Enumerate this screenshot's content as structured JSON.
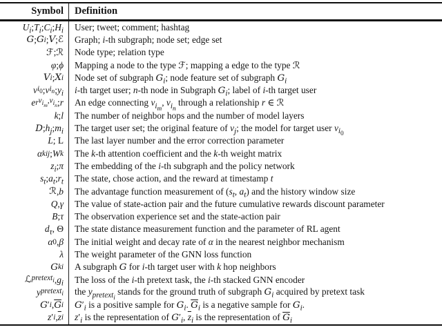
{
  "table": {
    "columns": [
      {
        "label": "Symbol"
      },
      {
        "label": "Definition"
      }
    ],
    "rows": [
      {
        "symbol": "<i>U<sub>i</sub></i>; <i>T<sub>i</sub></i>; <i>C<sub>i</sub></i>; <i>H<sub>i</sub></i>",
        "definition": "User; tweet; comment; hashtag"
      },
      {
        "symbol": "<span class=cal>G</span>; <span class=cal>G</span><sub><i>i</i></sub>; <span class=cal>V</span>; <span class=scr>ℰ</span>",
        "definition": "Graph; <i>i</i>-th subgraph; node set; edge set"
      },
      {
        "symbol": "<span class=scr>ℱ</span>; <span class=scr>ℛ</span>",
        "definition": "Node type; relation type"
      },
      {
        "symbol": "<i>φ</i>; <i>ϕ</i>",
        "definition": "Mapping a node to the type <span class=scr>ℱ</span>; mapping a edge to the type <span class=scr>ℛ</span>"
      },
      {
        "symbol": "<span class=cal>V</span><sub><i>i</i></sub>; <span class=cal>X</span><sub><i>i</i></sub>",
        "definition": "Node set of subgraph <span class=cal>G</span><sub><i>i</i></sub>; node feature set of subgraph <span class=cal>G</span><sub><i>i</i></sub>"
      },
      {
        "symbol": "<i>v</i><sub><i>i</i><sub>0</sub></sub>; <i>v</i><sub><i>i</i><sub><i>n</i></sub></sub>; <i>y<sub>i</sub></i>",
        "definition": "<i>i</i>-th target user; <i>n</i>-th node in Subgraph <span class=cal>G</span><sub><i>i</i></sub>; label of <i>i</i>-th target user"
      },
      {
        "symbol": "<i>e</i><sup><i>r</i></sup><sub><i>v</i><sub><i>i</i><sub><i>m</i></sub></sub>,<i>v</i><sub><i>i</i><sub><i>n</i></sub></sub></sub>; <i>r</i>",
        "definition": "An edge connecting <i>v</i><sub><i>i</i><sub><i>m</i></sub></sub>, <i>v</i><sub><i>i</i><sub><i>n</i></sub></sub> through a relationship <i>r</i> ∈ <span class=scr>ℛ</span>"
      },
      {
        "symbol": "<i>k</i>; <i>l</i>",
        "definition": "The number of neighbor hops and the number of model layers"
      },
      {
        "symbol": "<span class=cal>D</span>; <i>h<sub>j</sub></i>; <i>m<sub>i</sub></i>",
        "definition": "The target user set; the original feature of <i>v<sub>j</sub></i>; the model for target user <i>v</i><sub><i>i</i><sub>0</sub></sub>"
      },
      {
        "symbol": "<i>L</i>; L",
        "definition": "The last layer number and the error correction parameter"
      },
      {
        "symbol": "<i>α</i><sup><i>k</i></sup><sub><i>ij</i></sub>; <i>W</i><sup><i>k</i></sup>",
        "definition": "The <i>k</i>-th attention coefficient and the <i>k</i>-th weight matrix"
      },
      {
        "symbol": "<i>z<sub>i</sub></i>; <i>π</i>",
        "definition": "The embedding of the <i>i</i>-th subgraph and the policy network"
      },
      {
        "symbol": "<i>s<sub>t</sub></i>; <i>a<sub>t</sub></i>; <i>r<sub>t</sub></i>",
        "definition": "The state, chose action, and the reward at timestamp <i>t</i>"
      },
      {
        "symbol": "<span class=scr>ℛ</span>, <i>b</i>",
        "definition": "The advantage function measurement of (<i>s<sub>t</sub></i>, <i>a<sub>t</sub></i>) and the history window size"
      },
      {
        "symbol": "<i>Q</i>, <i>γ</i>",
        "definition": "The value of state-action pair and the future cumulative rewards discount parameter"
      },
      {
        "symbol": "<i>B</i>; <i>τ</i>",
        "definition": "The observation experience set and the state-action pair"
      },
      {
        "symbol": "<i>d<sub>τ</sub></i>, Θ",
        "definition": "The state distance measurement function and the parameter of RL agent"
      },
      {
        "symbol": "<i>α</i><sub>0</sub>, <i>β</i>",
        "definition": "The initial weight and decay rate of <i>α</i> in the nearest neighbor mechanism"
      },
      {
        "symbol": "<i>λ</i>",
        "definition": "The weight parameter of the GNN loss function"
      },
      {
        "symbol": "<span class=cal>G</span><sup><i>k</i></sup><sub><i>i</i></sub>",
        "definition": "A subgraph <span class=cal>G</span> for <i>i</i>-th target user with <i>k</i> hop neighbors"
      },
      {
        "symbol": "<span class=scr>ℒ</span><sub><i>pretext<sub>i</sub></i></sub>, <i>g<sub>i</sub></i>",
        "definition": "The loss of the <i>i</i>-th pretext task, the <i>i</i>-th stacked GNN encoder"
      },
      {
        "symbol": "<i>y</i><sub><i>pretext<sub>i</sub></i></sub>",
        "definition": "the <i>y</i><sub><i>pretext<sub>i</sub></i></sub> stands for the ground truth of subgraph <span class=cal>G</span><sub><i>i</i></sub> acquired by pretext task"
      },
      {
        "symbol": "<span class=cal>G</span>′<sub><i>i</i></sub>, <span class='cal bar'>G</span><sub><i>i</i></sub>",
        "definition": "<span class=cal>G</span>′<sub><i>i</i></sub> is a positive sample for <span class=cal>G</span><sub><i>i</i></sub>. <span class='cal bar'>G</span><sub><i>i</i></sub> is a negative sample for <span class=cal>G</span><sub><i>i</i></sub>."
      },
      {
        "symbol": "<i>z</i>′<sub><i>i</i></sub>, <i class=bar>z</i><sub><i>i</i></sub>",
        "definition": "<i>z</i>′<sub><i>i</i></sub> is the representation of <span class=cal>G</span>′<sub><i>i</i></sub>, <i class=bar>z</i><sub><i>i</i></sub> is the representation of <span class='cal bar'>G</span><sub><i>i</i></sub>"
      }
    ]
  }
}
